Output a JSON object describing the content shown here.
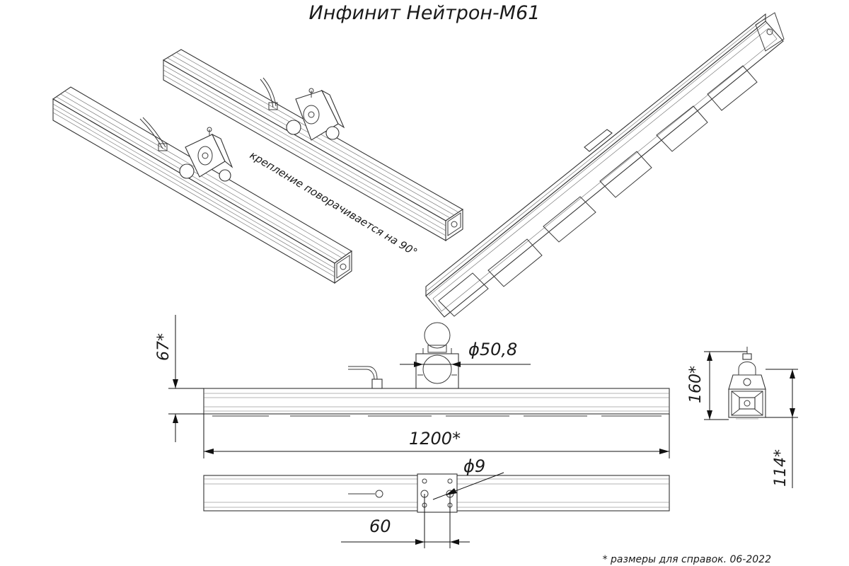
{
  "title": "Инфинит Нейтрон-М61",
  "rotation_note": "крепление поворачивается на 90°",
  "dimensions": {
    "mount_height": "67*",
    "clamp_diameter": "ϕ50,8",
    "length": "1200*",
    "side_height": "160*",
    "body_depth": "114*",
    "hole_diameter": "ϕ9",
    "hole_spacing": "60"
  },
  "footnote": "* размеры для справок. 06-2022"
}
